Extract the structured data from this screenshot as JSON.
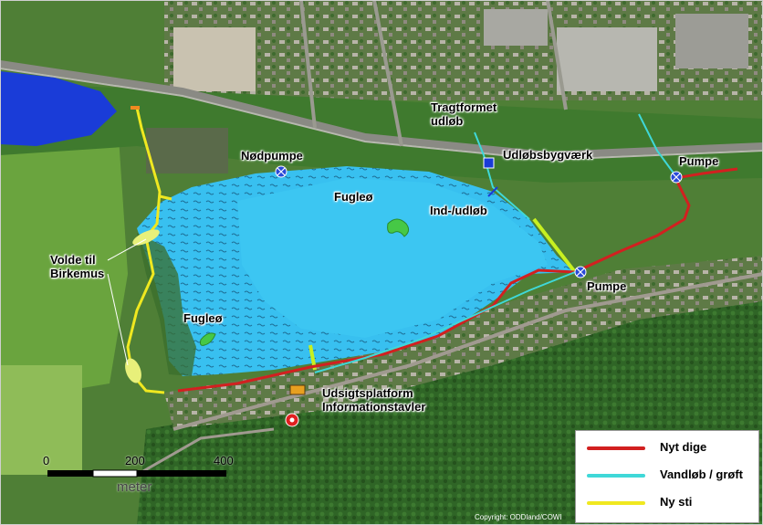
{
  "labels": {
    "tragtformet": "Tragtformet\nudløb",
    "udlobsbygvaerk": "Udløbsbygværk",
    "nodpumpe": "Nødpumpe",
    "pumpe_ne": "Pumpe",
    "fugleo_north": "Fugleø",
    "ind_udlob": "Ind-/udløb",
    "volde": "Volde til\nBirkemus",
    "pumpe_e": "Pumpe",
    "fugleo_south": "Fugleø",
    "udsigt": "Udsigtsplatform\nInformationstavler"
  },
  "scale_bar": {
    "ticks": [
      "0",
      "200",
      "400"
    ],
    "unit": "meter"
  },
  "legend": [
    {
      "label": "Nyt dige",
      "color": "#d22020"
    },
    {
      "label": "Vandløb / grøft",
      "color": "#3fd8d8"
    },
    {
      "label": "Ny sti",
      "color": "#f0e820"
    }
  ],
  "copyright": "Copyright: ODDland/COWI",
  "colors": {
    "lake": "#38c0f0",
    "water_dark": "#1a3cd8",
    "vegetation": "#3f7a2e",
    "forest": "#2b5e22",
    "field": "#7ca84a",
    "road": "#9a9a90"
  }
}
